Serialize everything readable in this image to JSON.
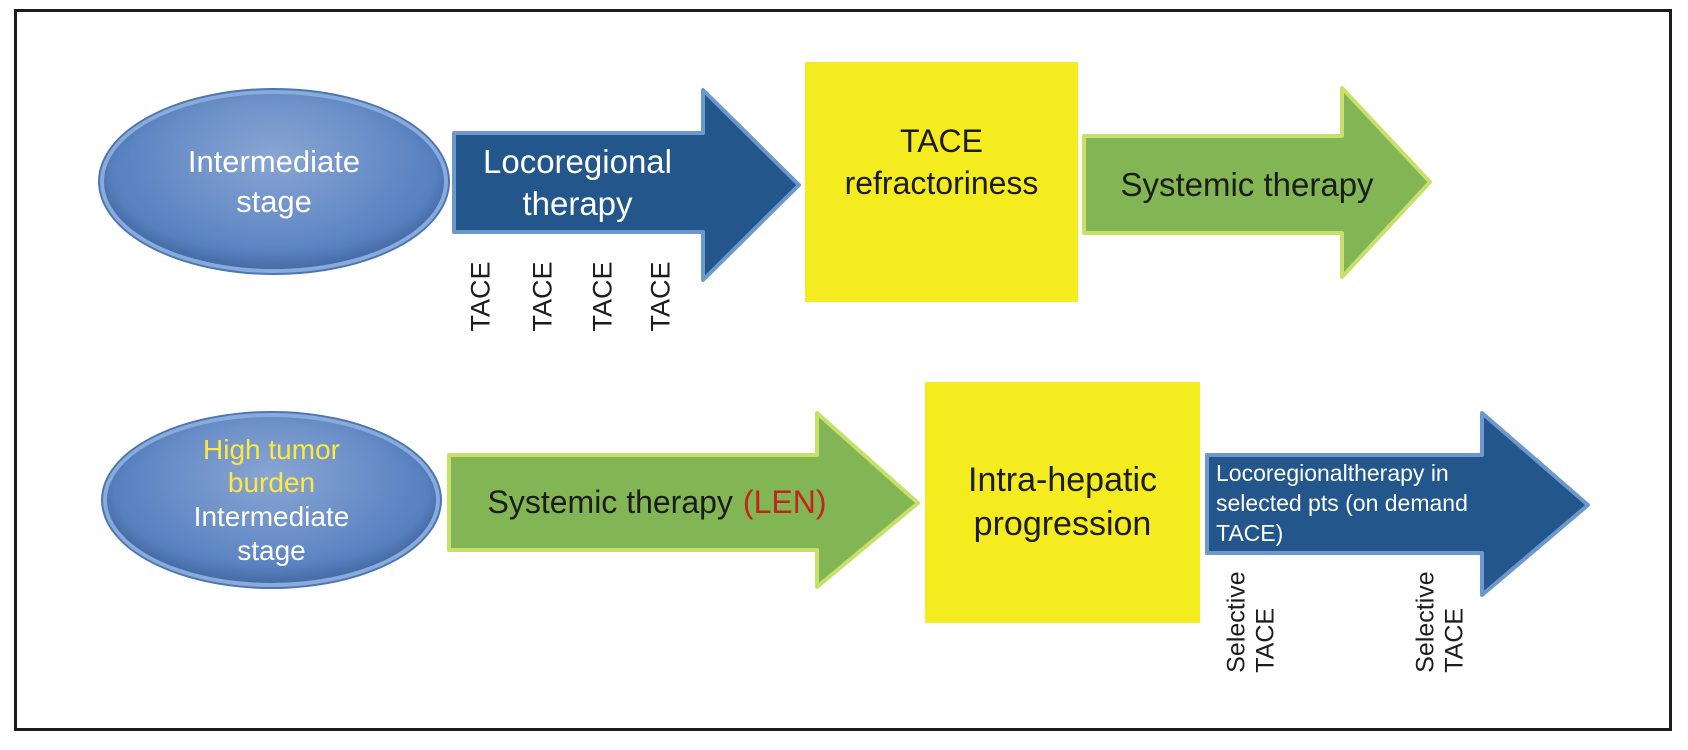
{
  "figure": {
    "background": "#ffffff",
    "frame_border": "#1c1c1c",
    "colors": {
      "page_bg": "#ffffff",
      "frame_border": "#1c1c1c",
      "ellipse_fill": "#5b83c2",
      "ellipse_border": "#88abdc",
      "blue_arrow_fill": "#23578c",
      "blue_arrow_border": "#6d98cc",
      "green_arrow_fill": "#82b554",
      "green_arrow_border": "#c8e06a",
      "yellow_box_fill": "#f4ec1f",
      "black_text": "#1c1c1c",
      "white_text": "#ffffff",
      "yellow_text": "#ffe93d",
      "red_text": "#c3241c"
    },
    "row1": {
      "stage_ellipse": {
        "line1": "Intermediate",
        "line2": "stage"
      },
      "locoregional_arrow": {
        "line1": "Locoregional",
        "line2": "therapy"
      },
      "tace_labels": [
        "TACE",
        "TACE",
        "TACE",
        "TACE"
      ],
      "refractoriness_box": {
        "line1": "TACE",
        "line2": "refractoriness"
      },
      "systemic_arrow": {
        "label": "Systemic therapy"
      }
    },
    "row2": {
      "stage_ellipse": {
        "line1": "High tumor",
        "line2": "burden",
        "line3": "Intermediate",
        "line4": "stage"
      },
      "systemic_arrow": {
        "label": "Systemic therapy",
        "len": "(LEN)"
      },
      "progression_box": {
        "line1": "Intra-hepatic",
        "line2": "progression"
      },
      "locoregional_arrow": {
        "line1": "Locoregionaltherapy in",
        "line2": "selected pts (on demand",
        "line3": "TACE)"
      },
      "selective_tace_1": {
        "line1": "Selective",
        "line2": "TACE"
      },
      "selective_tace_2": {
        "line1": "Selective",
        "line2": "TACE"
      }
    }
  }
}
